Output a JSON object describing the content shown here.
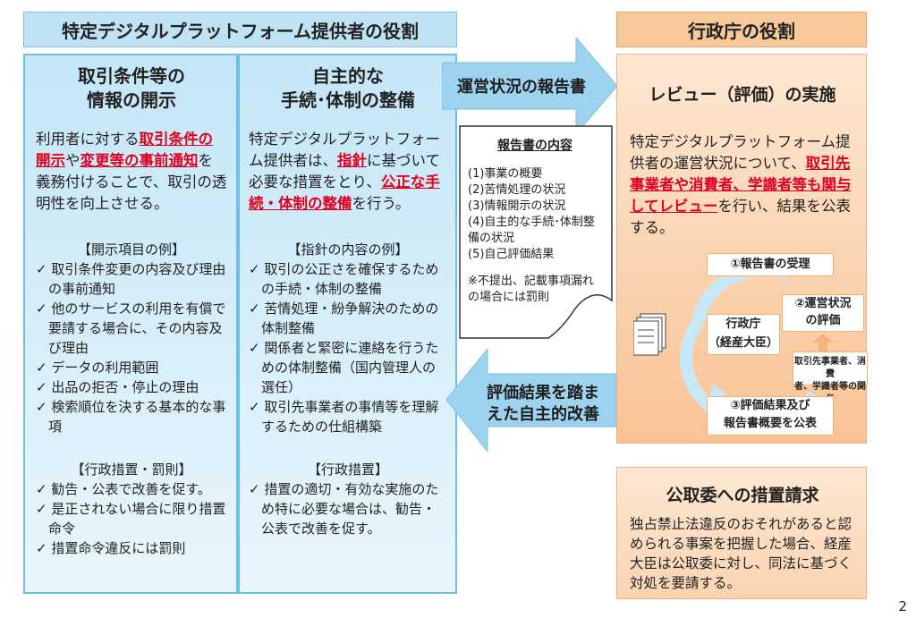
{
  "header": {
    "left_title": "特定デジタルプラットフォーム提供者の役割",
    "right_title": "行政庁の役割"
  },
  "col1": {
    "title_line1": "取引条件等の",
    "title_line2": "情報の開示",
    "body_1": "利用者に対する",
    "body_red_1": "取引条件の開示",
    "body_2": "や",
    "body_red_2": "変更等の事前通知",
    "body_3": "を義務付けることで、取引の透明性を向上させる。",
    "examples_heading": "【開示項目の例】",
    "examples": [
      "取引条件変更の内容及び理由の事前通知",
      "他のサービスの利用を有償で要請する場合に、その内容及び理由",
      "データの利用範囲",
      "出品の拒否・停止の理由",
      "検索順位を決する基本的な事項"
    ],
    "admin_heading": "【行政措置・罰則】",
    "admin": [
      "勧告・公表で改善を促す。",
      "是正されない場合に限り措置命令",
      "措置命令違反には罰則"
    ]
  },
  "col2": {
    "title_line1": "自主的な",
    "title_line2": "手続･体制の整備",
    "body_1": "特定デジタルプラットフォーム提供者は、",
    "body_red_1": "指針",
    "body_2": "に基づいて必要な措置をとり、",
    "body_red_2": "公正な手続・体制の整備",
    "body_3": "を行う。",
    "examples_heading": "【指針の内容の例】",
    "examples": [
      "取引の公正さを確保するための手続・体制の整備",
      "苦情処理・紛争解決のための体制整備",
      "関係者と緊密に連絡を行うための体制整備（国内管理人の選任）",
      "取引先事業者の事情等を理解するための仕組構築"
    ],
    "admin_heading": "【行政措置】",
    "admin": [
      "措置の適切・有効な実施のため特に必要な場合は、勧告・公表で改善を促す。"
    ]
  },
  "arrow_right_label": "運営状況の報告書",
  "arrow_left_label_1": "評価結果を踏ま",
  "arrow_left_label_2": "えた自主的改善",
  "report": {
    "title": "報告書の内容",
    "items": [
      "(1)事業の概要",
      "(2)苦情処理の状況",
      "(3)情報開示の状況",
      "(4)自主的な手続･体制整備の状況",
      "(5)自己評価結果"
    ],
    "note": "※不提出、記載事項漏れの場合には罰則"
  },
  "review": {
    "title": "レビュー（評価）の実施",
    "body_1": "特定デジタルプラットフォーム提供者の運営状況について、",
    "body_red": "取引先事業者や消費者、学識者等も関与してレビュー",
    "body_2": "を行い、結果を公表する。",
    "step1": "①報告書の受理",
    "step2_line1": "②運営状況",
    "step2_line2": "の評価",
    "step3_line1": "③評価結果及び",
    "step3_line2": "報告書概要を公表",
    "center_line1": "行政庁",
    "center_line2": "（経産大臣）",
    "involve_line1": "取引先事業者、消費",
    "involve_line2": "者、学識者等の関与"
  },
  "ftc": {
    "title": "公取委への措置請求",
    "body": "独占禁止法違反のおそれがあると認められる事案を把握した場合、経産大臣は公取委に対し、同法に基づく対処を要請する。"
  },
  "page_number": "2",
  "colors": {
    "blue_panel": "#c4e6f7",
    "orange_panel": "#f9c395",
    "emphasis_red": "#e1001e",
    "arrow_blue": "#9dd3ee"
  }
}
